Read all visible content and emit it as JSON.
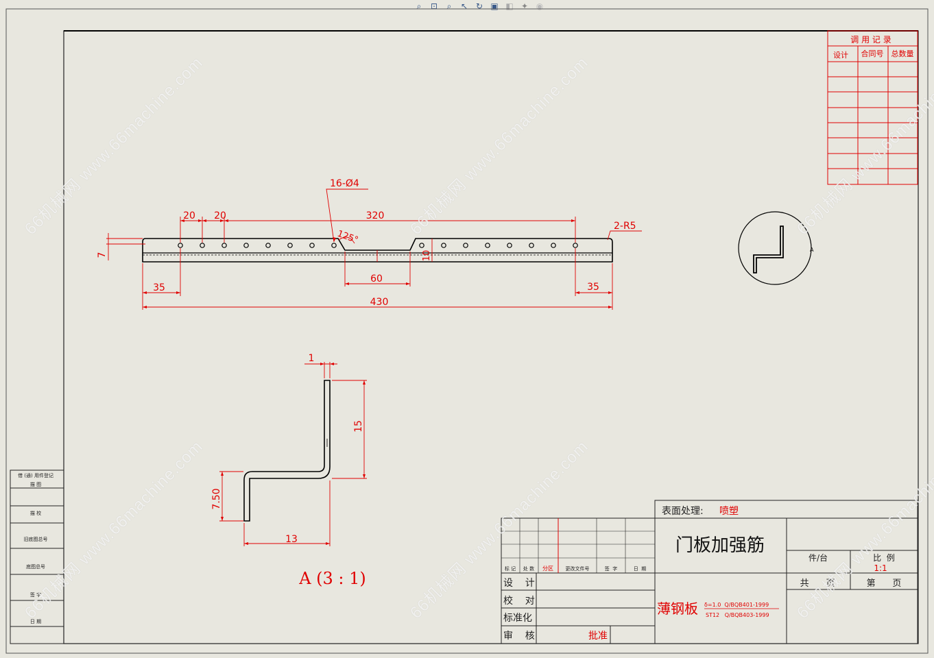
{
  "toolbar": {
    "buttons": [
      "zoom-to-fit-icon",
      "zoom-area-icon",
      "zoom-in-out-icon",
      "select-icon",
      "rotate-icon",
      "view-orientation-icon",
      "display-style-icon",
      "hide-show-icon",
      "edit-appearance-icon"
    ]
  },
  "drawing": {
    "colors": {
      "dim": "#e00000",
      "line": "#000000",
      "frame": "#222222",
      "title_red": "#e00000"
    },
    "top_view": {
      "hole_note": "16-Ø4",
      "dim_20a": "20",
      "dim_20b": "20",
      "dim_320": "320",
      "dim_r5": "2-R5",
      "angle": "125°",
      "dim_7": "7",
      "dim_10": "10",
      "dim_35_left": "35",
      "dim_60": "60",
      "dim_35_right": "35",
      "dim_430": "430"
    },
    "section_view": {
      "dim_1": "1",
      "dim_15": "15",
      "dim_750": "7.50",
      "dim_13": "13",
      "label": "A (3 : 1)"
    },
    "detail_circle_label": "A"
  },
  "usage_table": {
    "title": "调 用 记 录",
    "headers": [
      "设计",
      "合同号",
      "总数量"
    ]
  },
  "left_strip": {
    "labels": [
      "借 (通) 用件登记",
      "描   图",
      "描   校",
      "旧底图总号",
      "底图总号",
      "签   字",
      "日   期"
    ]
  },
  "title_block": {
    "surface_label": "表面处理:",
    "surface_value": "喷塑",
    "part_name": "门板加强筋",
    "material": "薄钢板",
    "material_spec_top": "δ=1.0  Q/BQB401-1999",
    "material_spec_bottom": "ST12   Q/BQB403-1999",
    "count_label": "件/台",
    "scale_label": "比  例",
    "scale_value": "1:1",
    "sheets_total": "共      页",
    "sheet_no": "第      页",
    "rev_headers": [
      "标 记",
      "处 数",
      "分区",
      "更改文件号",
      "签  字",
      "日  期"
    ],
    "rows": [
      "设    计",
      "校    对",
      "标准化",
      "审    核"
    ],
    "approve": "批准"
  },
  "watermark": "66机械网 www.66machine.com"
}
